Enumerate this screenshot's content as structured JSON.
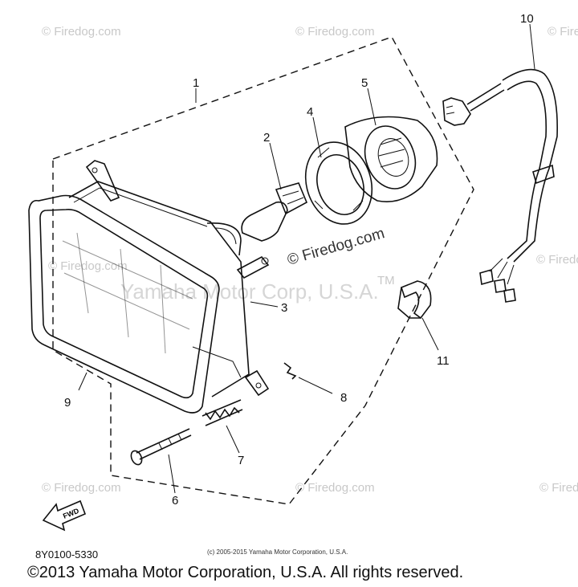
{
  "watermarks": {
    "small": "© Firedog.com",
    "center": "© Firedog.com",
    "brand": "Yamaha Motor Corp, U.S.A.",
    "tm": "TM"
  },
  "callouts": {
    "c1": "1",
    "c2": "2",
    "c3": "3",
    "c4": "4",
    "c5": "5",
    "c6": "6",
    "c7": "7",
    "c8": "8",
    "c9": "9",
    "c10": "10",
    "c11": "11"
  },
  "fwd_label": "FWD",
  "part_code": "8Y0100-5330",
  "source_note": "(c) 2005-2015 Yamaha Motor Corporation, U.S.A.",
  "copyright": "©2013 Yamaha Motor Corporation, U.S.A. All rights reserved."
}
